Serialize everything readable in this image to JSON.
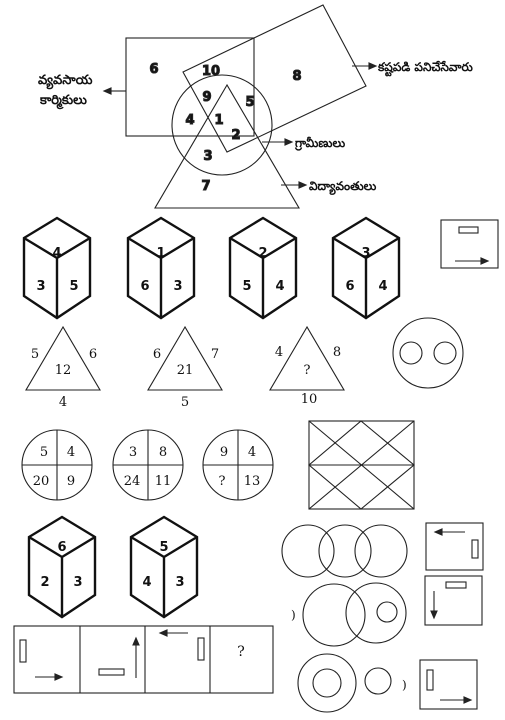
{
  "venn": {
    "regions": [
      "6",
      "10",
      "8",
      "9",
      "5",
      "4",
      "1",
      "2",
      "3",
      "7"
    ],
    "labels": {
      "farmers": "వ్యవసాయ",
      "farmers2": "కార్మికులు",
      "hardworkers": "కష్టపడి పనిచేసేవారు",
      "villagers": "గ్రామీణులు",
      "educated": "విద్యావంతులు"
    }
  },
  "cubes_row1": [
    {
      "top": "4",
      "left": "3",
      "right": "5"
    },
    {
      "top": "1",
      "left": "6",
      "right": "3"
    },
    {
      "top": "2",
      "left": "5",
      "right": "4"
    },
    {
      "top": "3",
      "left": "6",
      "right": "4"
    }
  ],
  "triangles": [
    {
      "left": "5",
      "right": "6",
      "center": "12",
      "bottom": "4"
    },
    {
      "left": "6",
      "right": "7",
      "center": "21",
      "bottom": "5"
    },
    {
      "left": "4",
      "right": "8",
      "center": "?",
      "bottom": "10"
    }
  ],
  "circles": [
    [
      "5",
      "4",
      "20",
      "9"
    ],
    [
      "3",
      "8",
      "24",
      "11"
    ],
    [
      "9",
      "4",
      "?",
      "13"
    ]
  ],
  "cubes_row2": [
    {
      "top": "6",
      "left": "2",
      "right": "3"
    },
    {
      "top": "5",
      "left": "4",
      "right": "3"
    }
  ],
  "series_question": "?",
  "paren": ")"
}
